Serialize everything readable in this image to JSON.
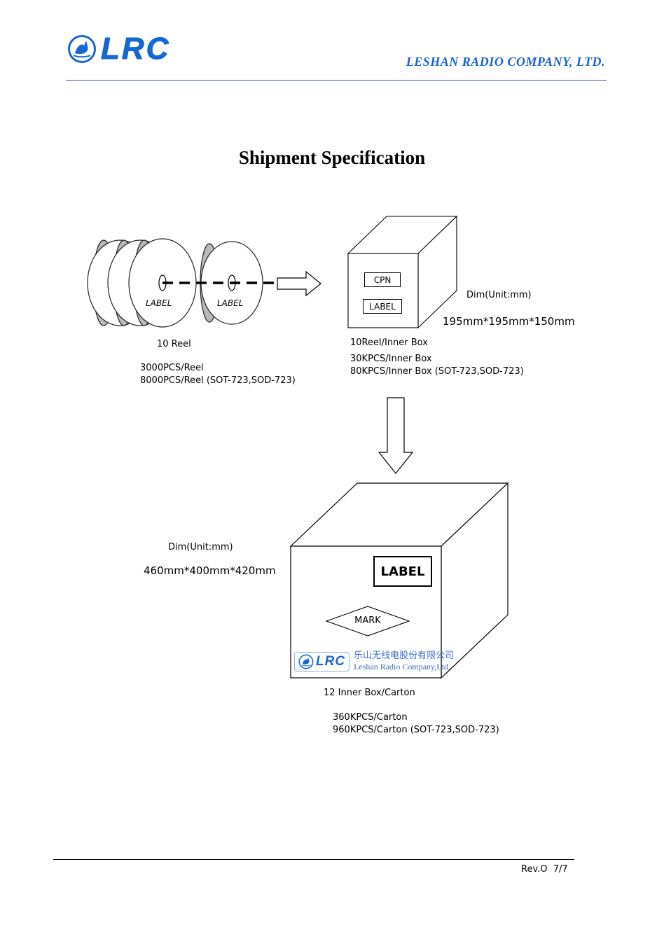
{
  "header": {
    "logo_text": "LRC",
    "company": "LESHAN RADIO COMPANY, LTD."
  },
  "title": "Shipment Specification",
  "reels": {
    "label": "LABEL",
    "caption": "10 Reel",
    "qty_line1": "3000PCS/Reel",
    "qty_line2": "8000PCS/Reel (SOT-723,SOD-723)"
  },
  "inner_box": {
    "cpn": "CPN",
    "label": "LABEL",
    "dim_caption": "Dim(Unit:mm)",
    "dims": "195mm*195mm*150mm",
    "caption": "10Reel/Inner Box",
    "qty_line1": "30KPCS/Inner Box",
    "qty_line2": "80KPCS/Inner Box (SOT-723,SOD-723)"
  },
  "carton": {
    "label": "LABEL",
    "mark": "MARK",
    "logo_text": "LRC",
    "company_cn": "乐山无线电股份有限公司",
    "company_en": "Leshan Radio Company,Ltd.",
    "dim_caption": "Dim(Unit:mm)",
    "dims": "460mm*400mm*420mm",
    "caption": "12 Inner Box/Carton",
    "qty_line1": "360KPCS/Carton",
    "qty_line2": "960KPCS/Carton (SOT-723,SOD-723)"
  },
  "footer": {
    "rev": "Rev.O  7/7"
  },
  "colors": {
    "brand_blue": "#1767d2",
    "line": "#000000"
  }
}
